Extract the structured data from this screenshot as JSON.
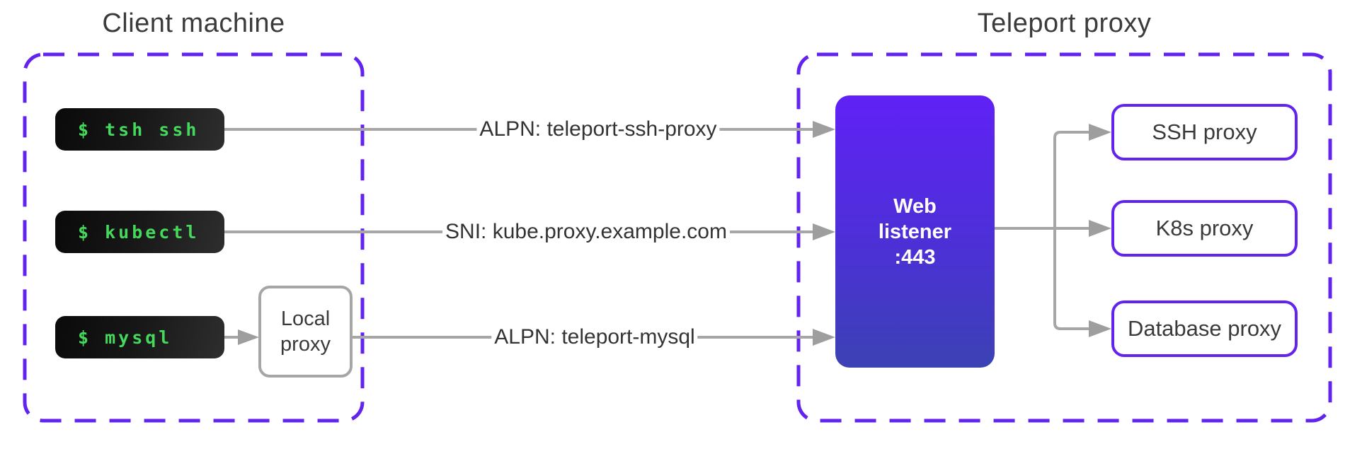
{
  "client": {
    "title": "Client machine",
    "terminals": [
      {
        "command": "$ tsh ssh"
      },
      {
        "command": "$ kubectl"
      },
      {
        "command": "$ mysql"
      }
    ],
    "local_proxy_label": "Local proxy"
  },
  "connections": [
    {
      "label": "ALPN: teleport-ssh-proxy"
    },
    {
      "label": "SNI: kube.proxy.example.com"
    },
    {
      "label": "ALPN: teleport-mysql"
    }
  ],
  "teleport": {
    "title": "Teleport proxy",
    "web_listener": {
      "lines": [
        "Web",
        "listener",
        ":443"
      ]
    },
    "proxies": [
      {
        "label": "SSH proxy"
      },
      {
        "label": "K8s proxy"
      },
      {
        "label": "Database proxy"
      }
    ]
  },
  "colors": {
    "accent_purple": "#6223ee",
    "terminal_green": "#45d95c",
    "connector_gray": "#a6a6a6",
    "listener_gradient_top": "#6022f6",
    "listener_gradient_bottom": "#3c42b4"
  }
}
